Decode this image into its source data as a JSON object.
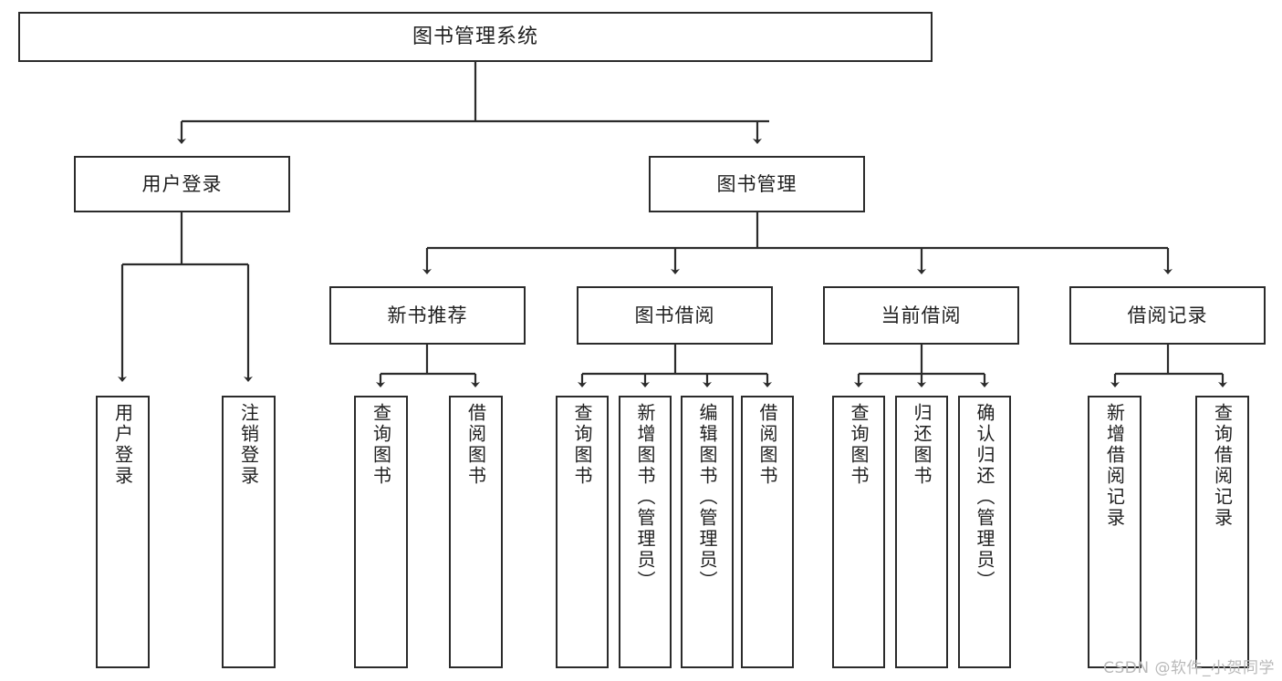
{
  "diagram": {
    "type": "tree-hierarchy-chart",
    "title": "图书管理系统",
    "line_color": "#2b2b2b",
    "box_border_color": "#2b2b2b",
    "box_fill_color": "#ffffff",
    "text_color": "#1f1f1f",
    "background_color": "#ffffff"
  },
  "nodes": {
    "root": {
      "label": "图书管理系统",
      "level": 1
    },
    "level2": [
      {
        "id": "user-login",
        "label": "用户登录"
      },
      {
        "id": "book-manage",
        "label": "图书管理"
      }
    ],
    "level3": [
      {
        "id": "new-book-rec",
        "label": "新书推荐",
        "parent": "book-manage"
      },
      {
        "id": "book-borrow",
        "label": "图书借阅",
        "parent": "book-manage"
      },
      {
        "id": "current-borrow",
        "label": "当前借阅",
        "parent": "book-manage"
      },
      {
        "id": "borrow-record",
        "label": "借阅记录",
        "parent": "book-manage"
      }
    ],
    "leaves": {
      "user-login": [
        {
          "id": "leaf-user-login",
          "label": "用户登录"
        },
        {
          "id": "leaf-user-logout",
          "label": "注销登录"
        }
      ],
      "new-book-rec": [
        {
          "id": "leaf-query-book-1",
          "label": "查询图书"
        },
        {
          "id": "leaf-borrow-book-1",
          "label": "借阅图书"
        }
      ],
      "book-borrow": [
        {
          "id": "leaf-query-book-2",
          "label": "查询图书"
        },
        {
          "id": "leaf-add-book",
          "label": "新增图书（管理员）"
        },
        {
          "id": "leaf-edit-book",
          "label": "编辑图书（管理员）"
        },
        {
          "id": "leaf-borrow-book-2",
          "label": "借阅图书"
        }
      ],
      "current-borrow": [
        {
          "id": "leaf-query-book-3",
          "label": "查询图书"
        },
        {
          "id": "leaf-return-book",
          "label": "归还图书"
        },
        {
          "id": "leaf-confirm-return",
          "label": "确认归还（管理员）"
        }
      ],
      "borrow-record": [
        {
          "id": "leaf-add-record",
          "label": "新增借阅记录"
        },
        {
          "id": "leaf-query-record",
          "label": "查询借阅记录"
        }
      ]
    }
  },
  "watermark": {
    "text": "CSDN @软件_小贺同学"
  }
}
